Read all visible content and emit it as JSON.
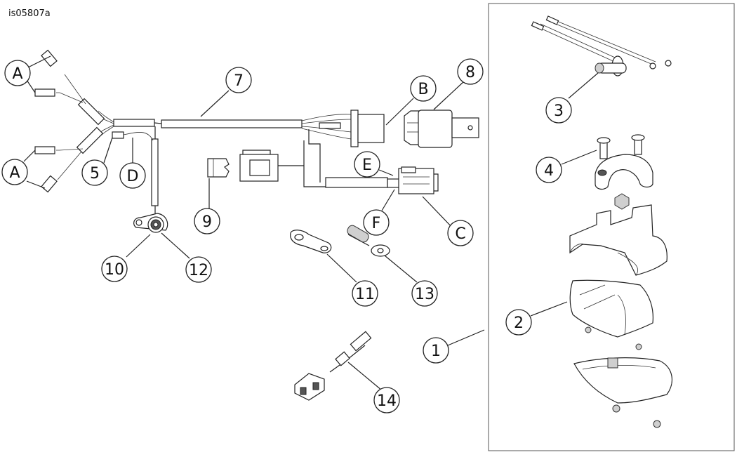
{
  "figure_id": "is05807a",
  "callouts": {
    "a_top": "A",
    "a_bottom": "A",
    "b": "B",
    "c": "C",
    "d": "D",
    "e": "E",
    "f": "F",
    "n1": "1",
    "n2": "2",
    "n3": "3",
    "n4": "4",
    "n5": "5",
    "n7": "7",
    "n8": "8",
    "n9": "9",
    "n10": "10",
    "n11": "11",
    "n12": "12",
    "n13": "13",
    "n14": "14"
  }
}
